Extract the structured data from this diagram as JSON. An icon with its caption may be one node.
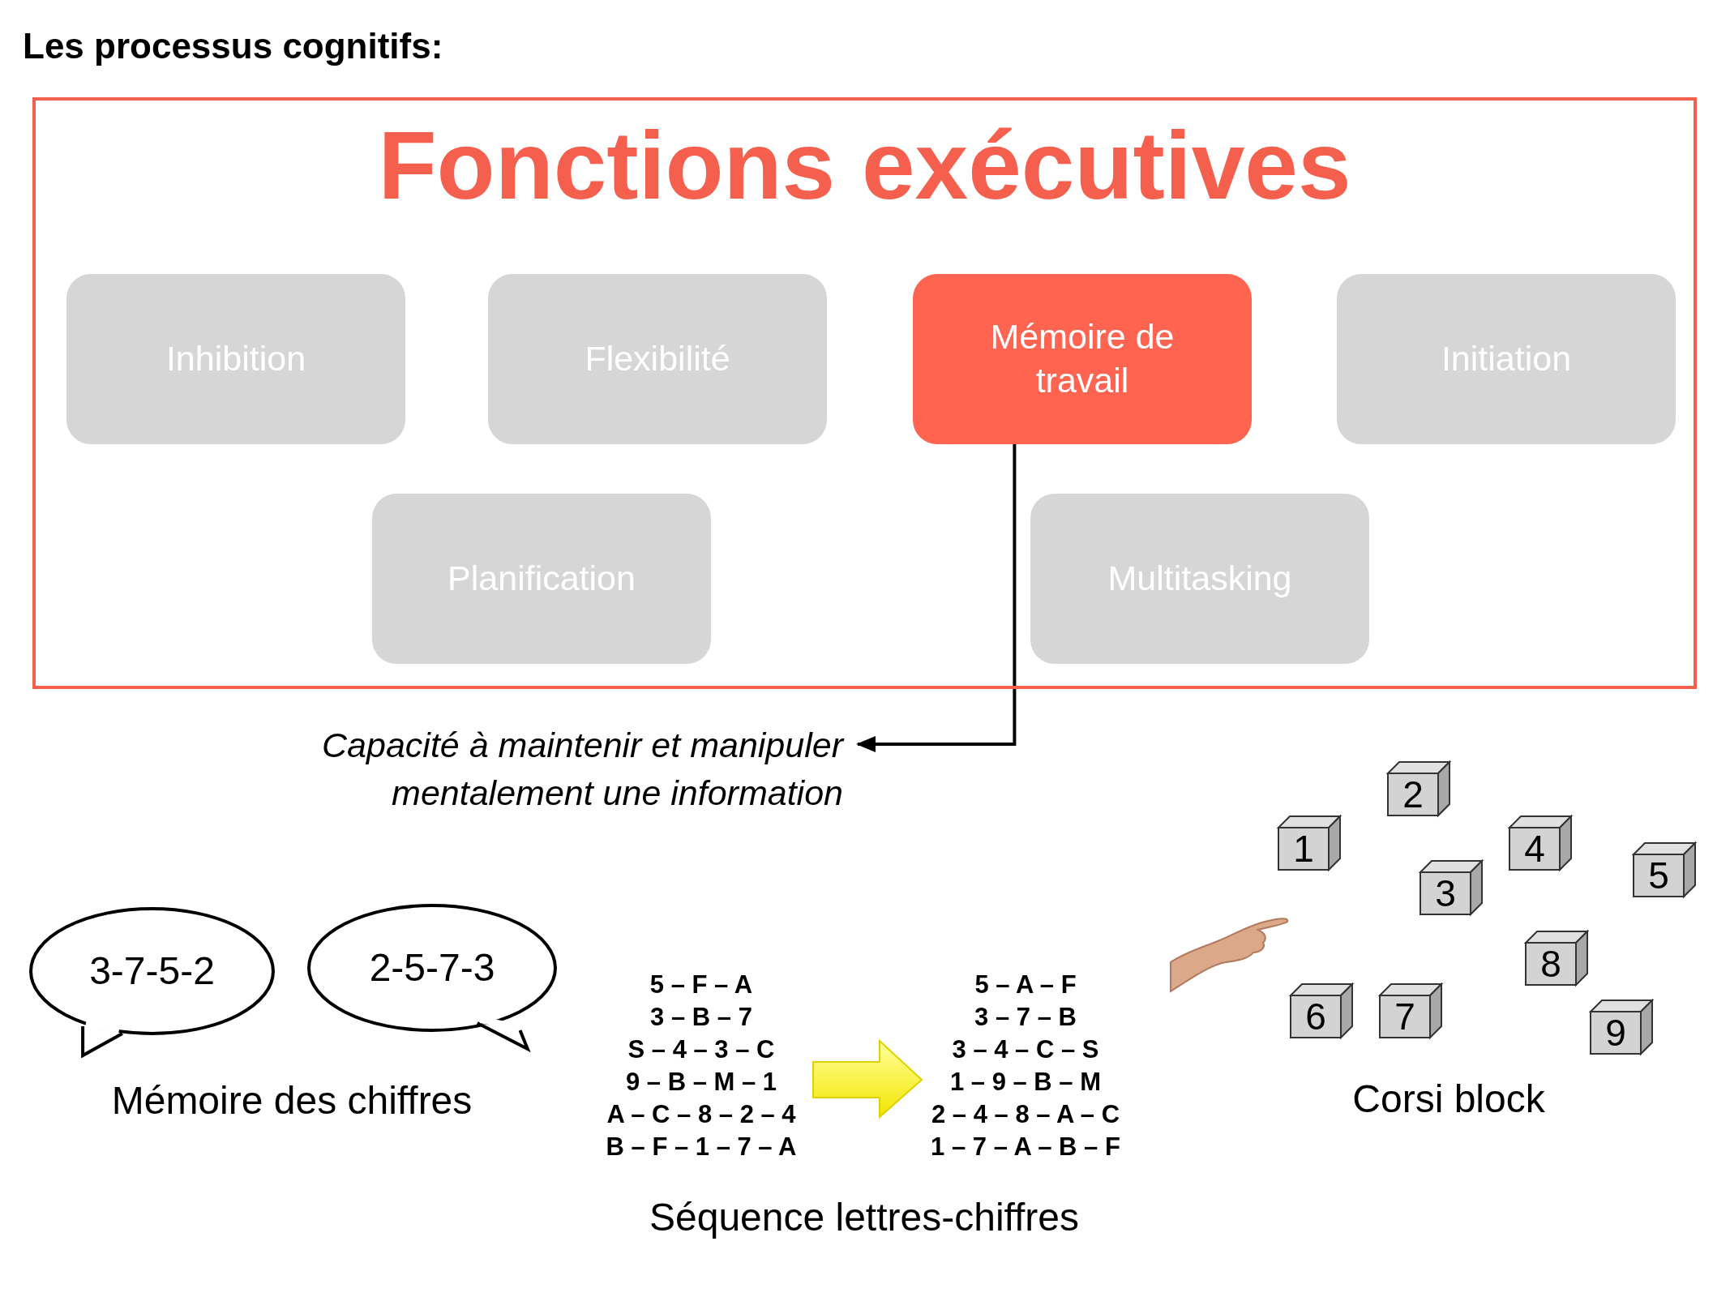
{
  "diagram": {
    "title": "Les processus cognitifs:",
    "nodes": [
      {
        "text": [
          "Fonctions exécutives"
        ]
      },
      {
        "text": [
          "Inhibition"
        ],
        "in": 0
      },
      {
        "text": [
          "Flexibilité"
        ],
        "in": 0
      },
      {
        "text": [
          "Mémoire de travail"
        ],
        "in": 0
      },
      {
        "text": [
          "Initiation"
        ],
        "in": 0
      },
      {
        "text": [
          "Planification"
        ],
        "in": 0
      },
      {
        "text": [
          "Multitasking"
        ],
        "in": 0
      },
      {
        "text": [
          "Capacité à maintenir et manipuler mentalement une information"
        ]
      },
      {
        "text": [
          "3-7-5-2"
        ]
      },
      {
        "text": [
          "2-5-7-3"
        ]
      },
      {
        "text": [
          "1"
        ]
      },
      {
        "text": [
          "2"
        ]
      },
      {
        "text": [
          "3"
        ]
      },
      {
        "text": [
          "4"
        ]
      },
      {
        "text": [
          "5"
        ]
      },
      {
        "text": [
          "6"
        ]
      },
      {
        "text": [
          "7"
        ]
      },
      {
        "text": [
          "8"
        ]
      },
      {
        "text": [
          "9"
        ]
      }
    ],
    "edges": [
      {
        "from": 3,
        "to": 7,
        "arrow": "to"
      }
    ],
    "labels": [
      "Mémoire des chiffres",
      "5 – F – A",
      "3 – B – 7",
      "S – 4 – 3 – C",
      "9 – B – M – 1",
      "A – C – 8 – 2 – 4",
      "B – F – 1 – 7 – A",
      "5 – A – F",
      "3 – 7 – B",
      "3 – 4 – C – S",
      "1 – 9 – B – M",
      "2 – 4 – 8 – A – C",
      "1 – 7 – A – B – F",
      "Séquence lettres-chiffres",
      "Corsi block"
    ]
  }
}
